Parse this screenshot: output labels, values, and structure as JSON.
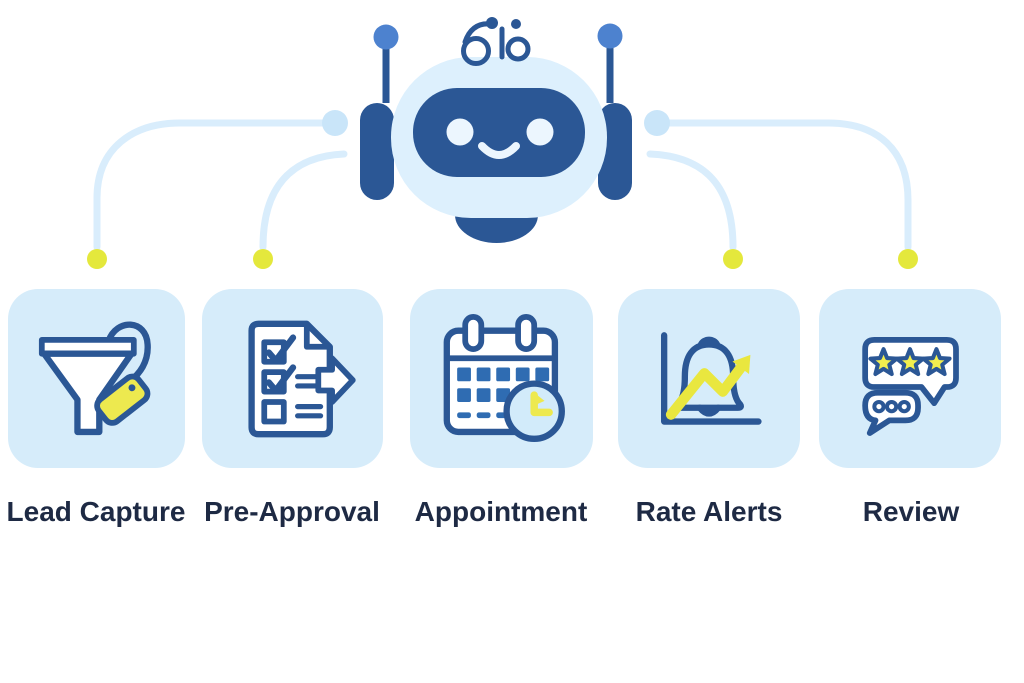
{
  "robot": {
    "icon": "chatbot-robot-icon"
  },
  "connectors": {
    "count": 4,
    "style": "curved-light-blue-lines",
    "endpoint": "yellow-dot"
  },
  "cards": [
    {
      "label": "Lead Capture",
      "icon": "funnel-tag-icon"
    },
    {
      "label": "Pre-Approval",
      "icon": "checklist-arrow-icon"
    },
    {
      "label": "Appointment",
      "icon": "calendar-clock-icon"
    },
    {
      "label": "Rate Alerts",
      "icon": "bell-trend-icon"
    },
    {
      "label": "Review",
      "icon": "rating-bubbles-icon"
    }
  ],
  "colors": {
    "background": "#ffffff",
    "primary_blue": "#2b5795",
    "accent_blue": "#4d82cf",
    "card_light_blue": "#d6ecfa",
    "head_pale_blue": "#ddf0fd",
    "connector_blue": "#d9edfc",
    "connector_node_blue": "#c9e5f9",
    "dot_yellow": "#e4e83c",
    "accent_yellow": "#ede94f",
    "grid_square_blue": "#2f6cb2",
    "label_navy": "#1e2a44"
  }
}
